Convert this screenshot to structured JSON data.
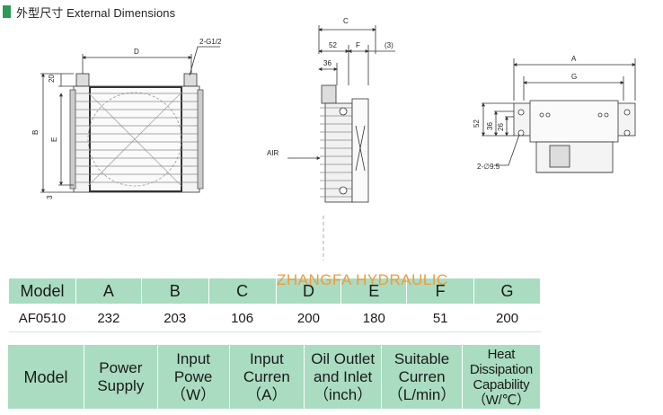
{
  "section": {
    "title": "外型尺寸 External Dimensions"
  },
  "drawings": {
    "front": {
      "labels": {
        "d": "D",
        "port": "2-G1/2",
        "top": "20",
        "b": "B",
        "e": "E",
        "bottom": "3"
      }
    },
    "side": {
      "labels": {
        "c": "C",
        "w52": "52",
        "f": "F",
        "paren3": "(3)",
        "w36": "36",
        "air": "AIR"
      }
    },
    "top_view": {
      "labels": {
        "a": "A",
        "g": "G",
        "h52": "52",
        "h36": "36",
        "h26": "26",
        "holes": "2-∅9.5"
      }
    }
  },
  "watermark": "ZHANGFA HYDRAULIC",
  "dims_table": {
    "headers": [
      "Model",
      "A",
      "B",
      "C",
      "D",
      "E",
      "F",
      "G"
    ],
    "rows": [
      [
        "AF0510",
        "232",
        "203",
        "106",
        "200",
        "180",
        "51",
        "200"
      ]
    ]
  },
  "specs_table": {
    "headers": [
      [
        "Model"
      ],
      [
        "Power",
        "Supply"
      ],
      [
        "Input Powe",
        "（W）"
      ],
      [
        "Input Curren",
        "（A）"
      ],
      [
        "Oil Outlet",
        "and Inlet",
        "（inch）"
      ],
      [
        "Suitable",
        "Curren",
        "（L/min）"
      ],
      [
        "Heat Dissipation",
        "Capability",
        "（W/℃）"
      ]
    ]
  },
  "colors": {
    "header_green": "#a9dcc0",
    "marker_green": "#2e9a57",
    "watermark_orange": "#f29a3a"
  }
}
